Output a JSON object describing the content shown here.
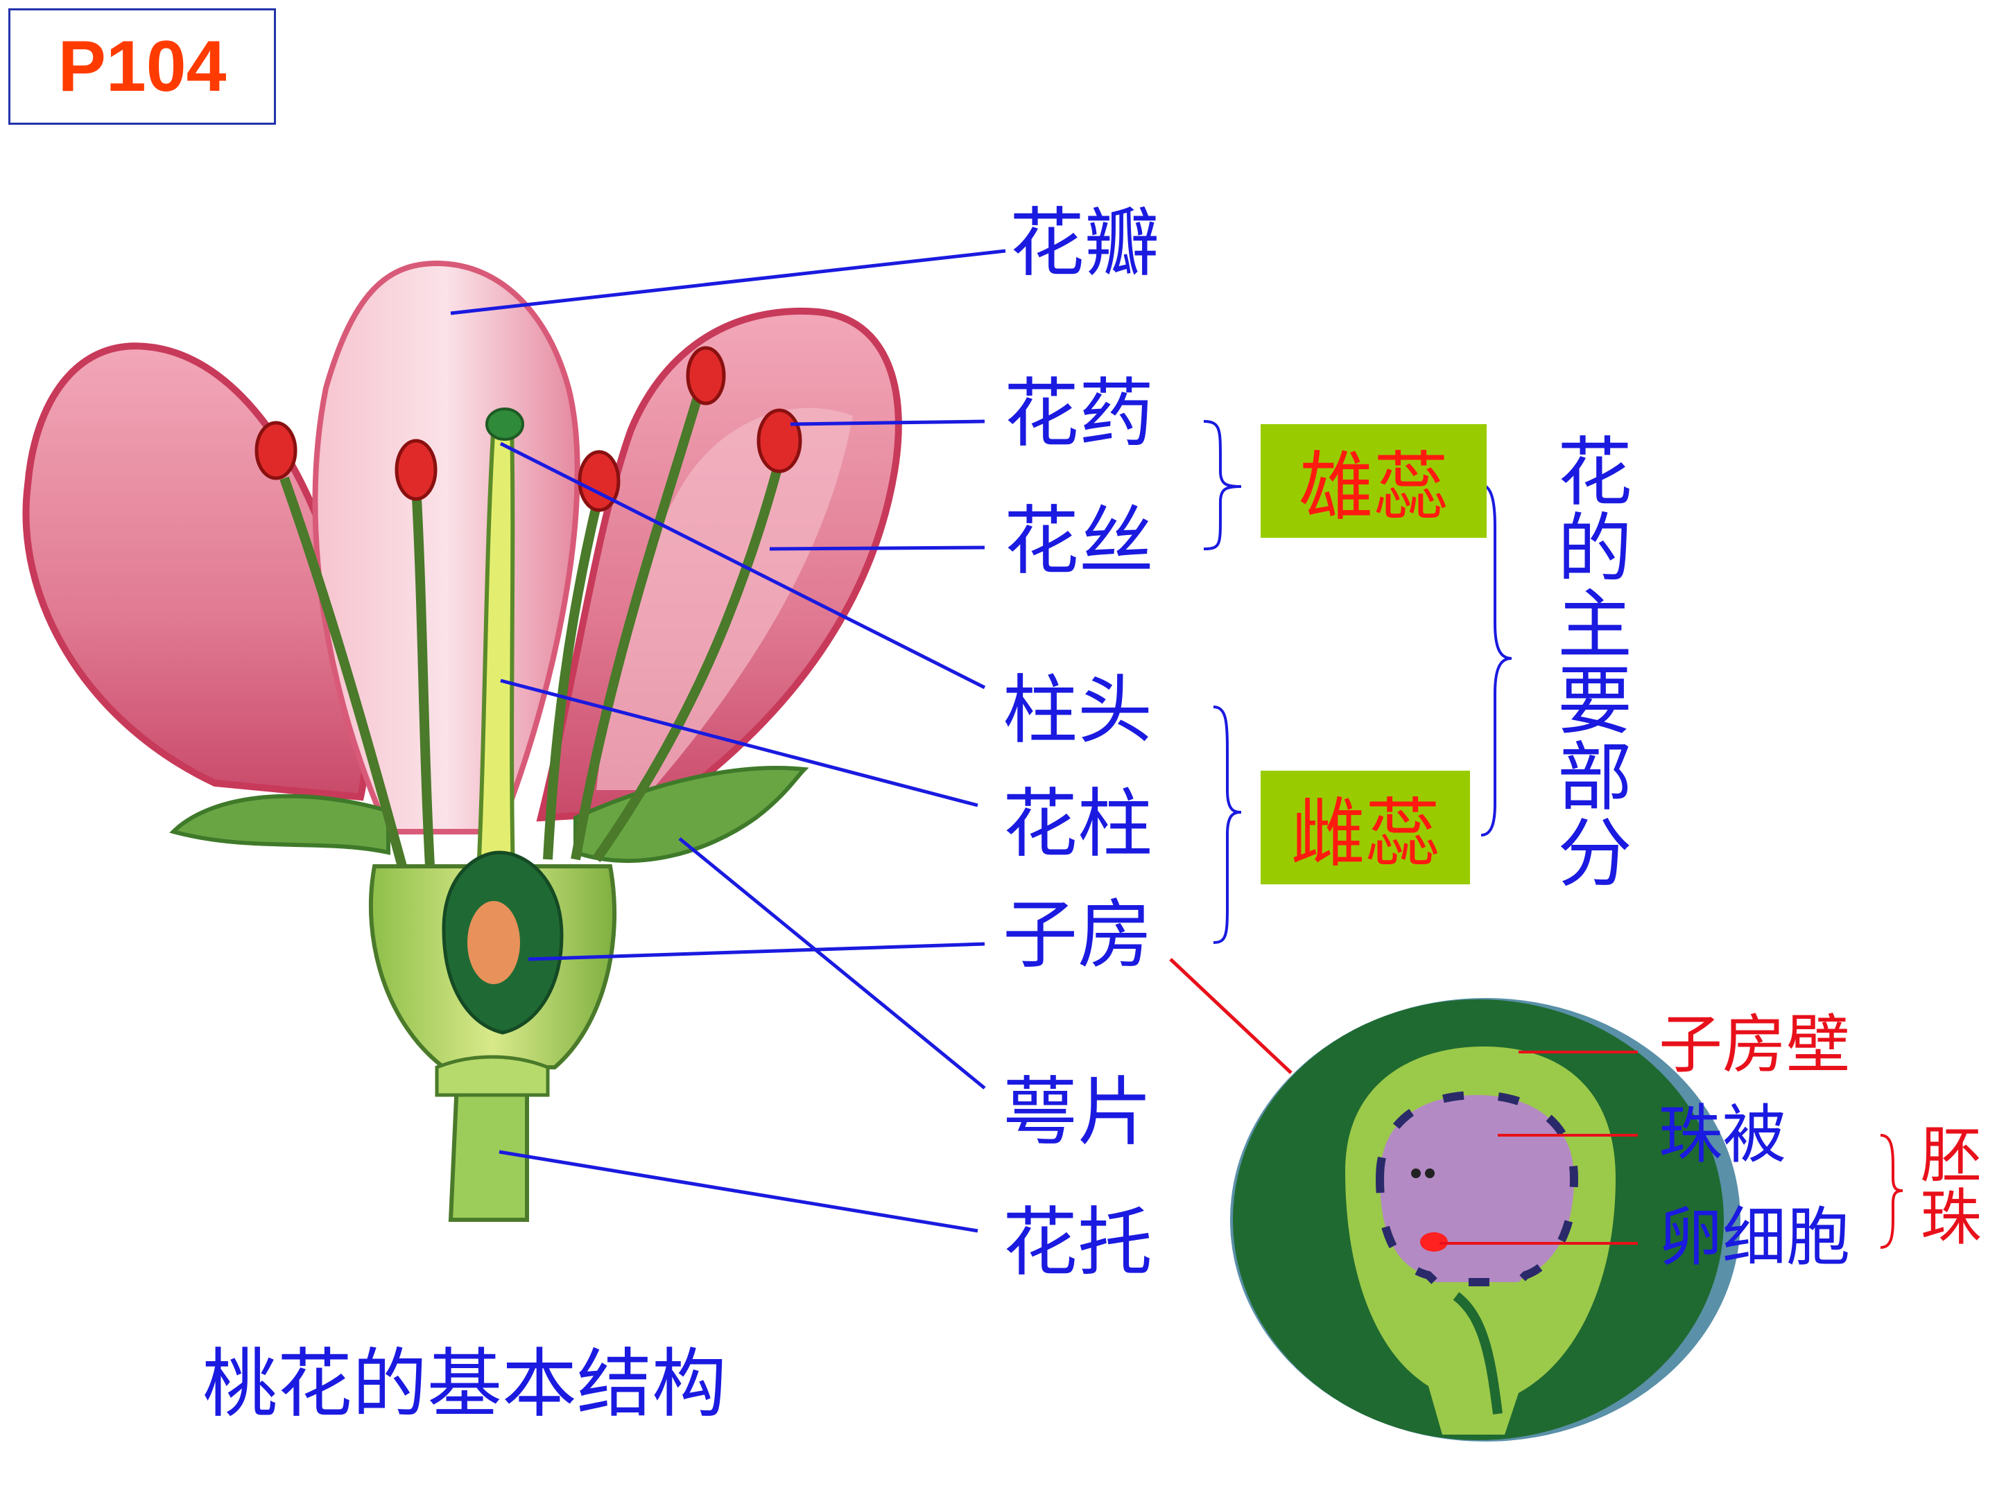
{
  "page_ref": "P104",
  "caption": "桃花的基本结构",
  "labels": {
    "petal": "花瓣",
    "anther": "花药",
    "filament": "花丝",
    "stigma": "柱头",
    "style": "花柱",
    "ovary": "子房",
    "sepal": "萼片",
    "receptacle": "花托"
  },
  "groups": {
    "stamen": "雄蕊",
    "pistil": "雌蕊",
    "main_parts": "花的主要部分"
  },
  "ovule_detail": {
    "ovary_wall": "子房壁",
    "integument": "珠被",
    "egg_cell": "卵细胞",
    "ovule": "胚珠"
  },
  "colors": {
    "label_blue": "#1a1ae0",
    "accent_red": "#e8101a",
    "group_green": "#99cc00",
    "petal_pink": "#e8829a",
    "leaf_green": "#5a9a3a"
  }
}
